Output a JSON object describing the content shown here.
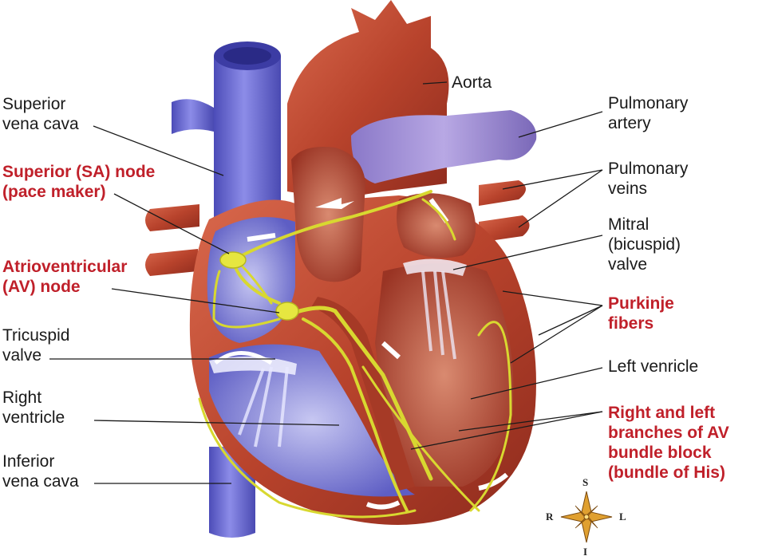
{
  "labels": {
    "superior_vena_cava": [
      "Superior",
      "vena cava"
    ],
    "sa_node": [
      "Superior (SA) node",
      "(pace maker)"
    ],
    "av_node": [
      "Atrioventricular",
      "(AV) node"
    ],
    "tricuspid_valve": [
      "Tricuspid",
      "valve"
    ],
    "right_ventricle": [
      "Right",
      "ventricle"
    ],
    "inferior_vena_cava": [
      "Inferior",
      "vena cava"
    ],
    "aorta": "Aorta",
    "pulmonary_artery": [
      "Pulmonary",
      "artery"
    ],
    "pulmonary_veins": [
      "Pulmonary",
      "veins"
    ],
    "mitral_valve": [
      "Mitral",
      "(bicuspid)",
      "valve"
    ],
    "purkinje_fibers": [
      "Purkinje",
      "fibers"
    ],
    "left_ventricle": "Left venricle",
    "av_bundle": [
      "Right and left",
      "branches of AV",
      "bundle block",
      "(bundle of His)"
    ]
  },
  "compass": {
    "top": "S",
    "bottom": "I",
    "left": "R",
    "right": "L"
  },
  "colors": {
    "vein_blue": "#6f6fd8",
    "heart_red": "#b8432c",
    "conduction_yellow": "#e6e640",
    "highlight_label": "#c0202a"
  }
}
